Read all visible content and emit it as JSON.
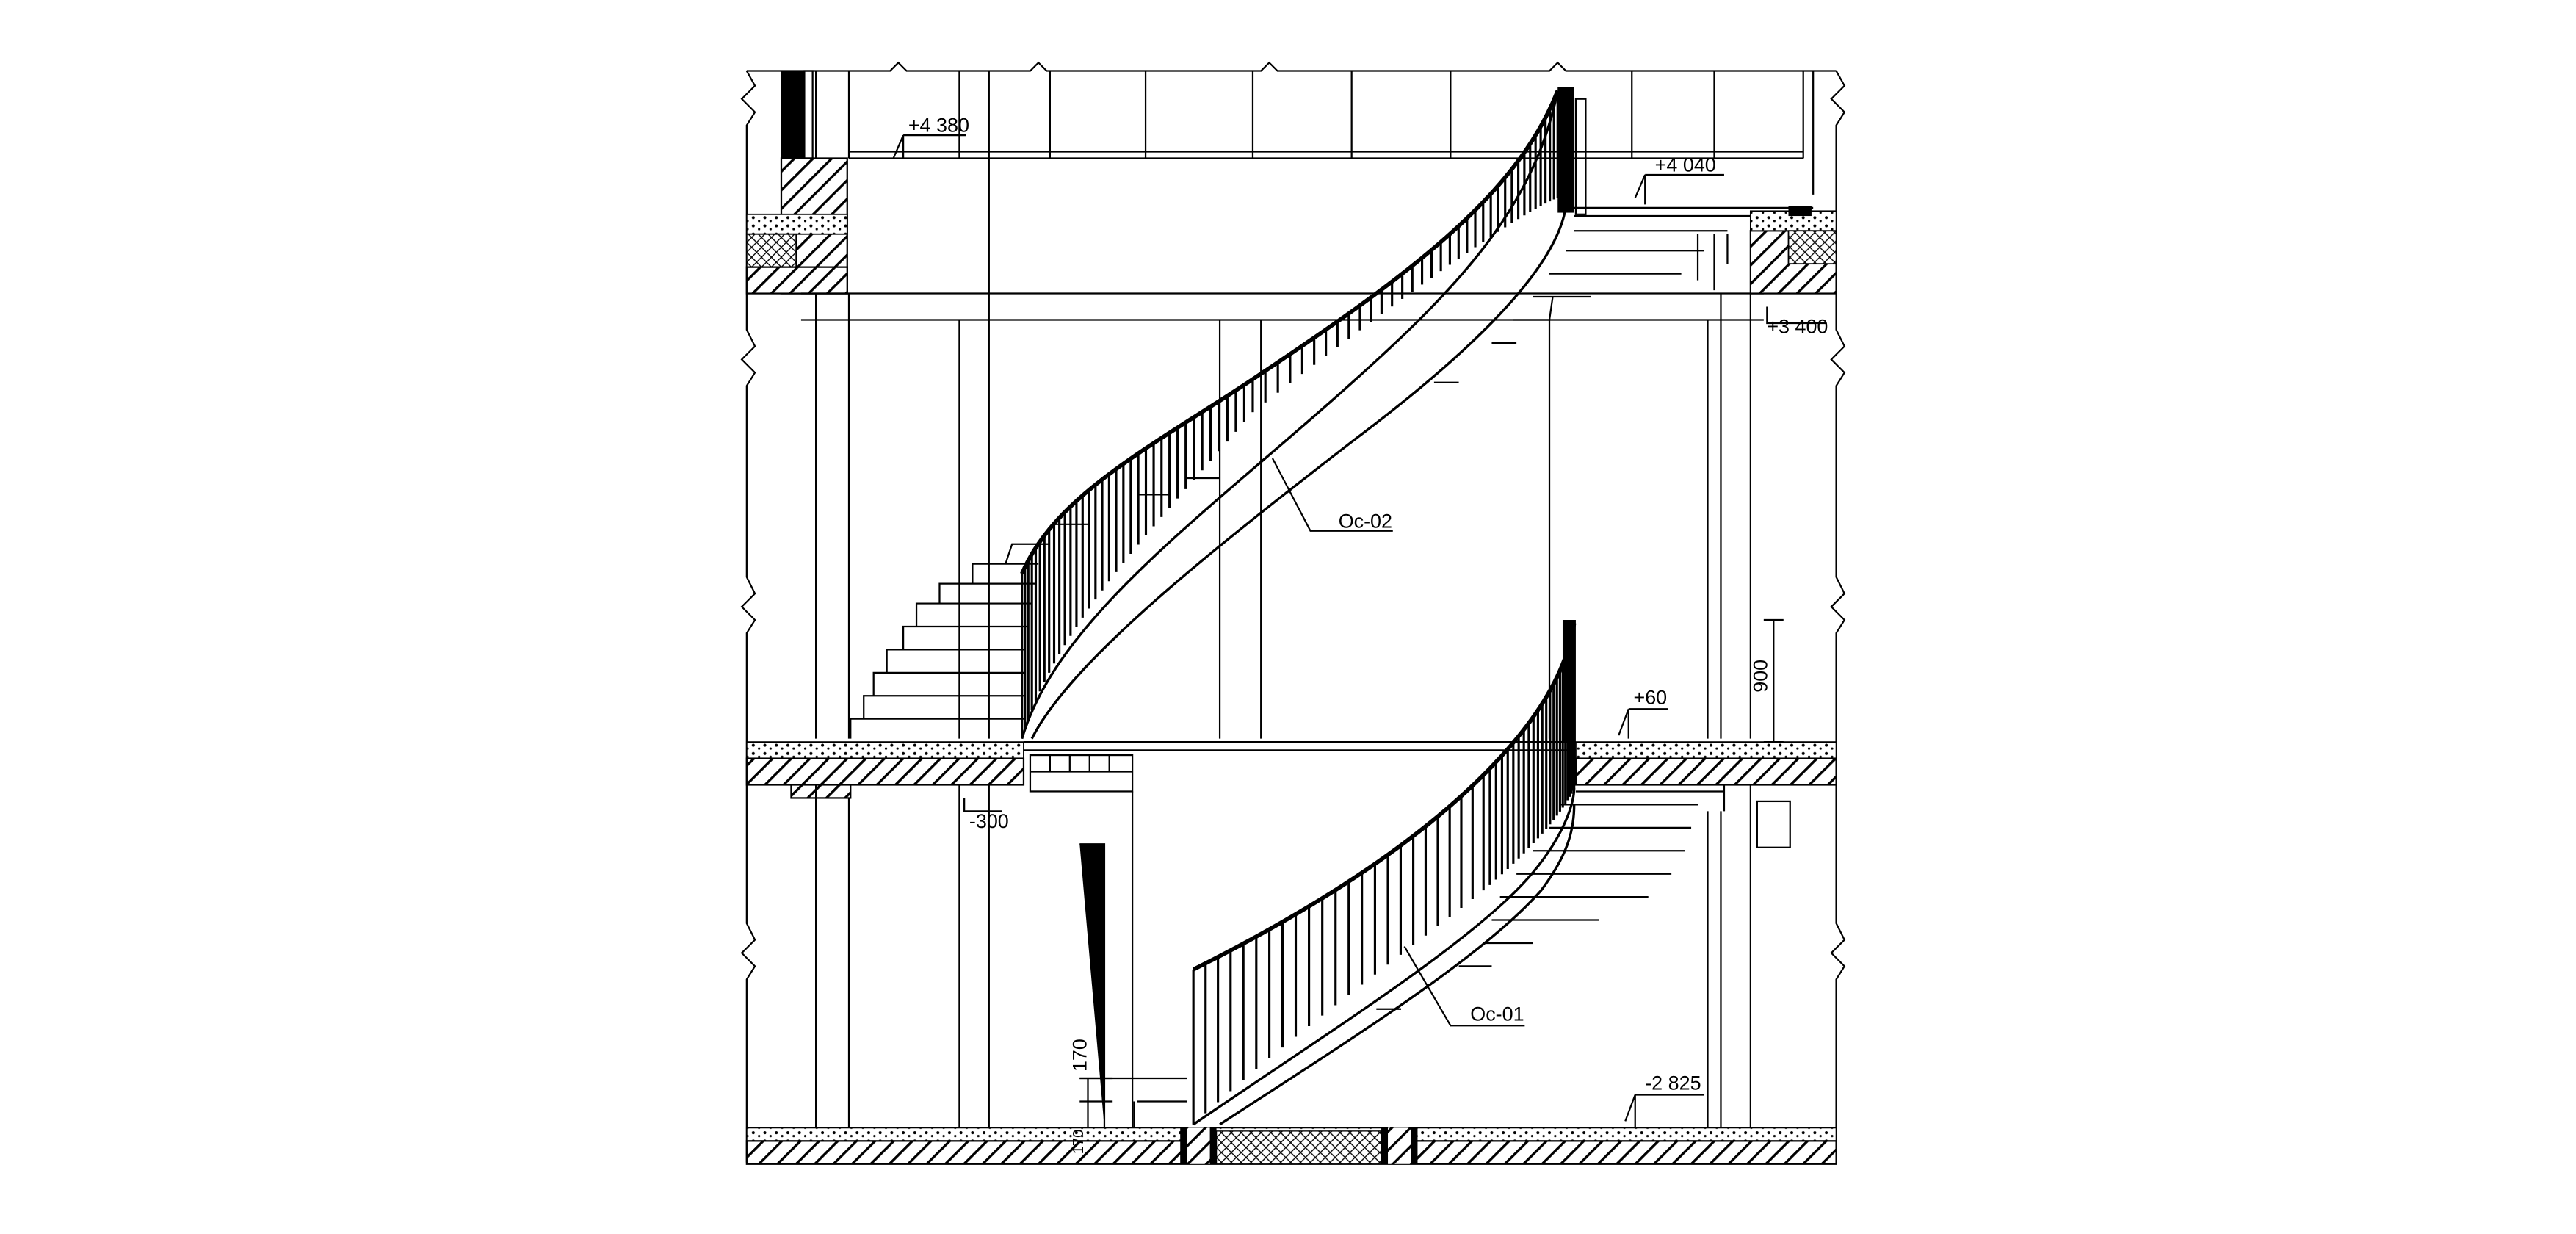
{
  "drawing": {
    "elevations": {
      "top_floor_left": "+4 380",
      "top_floor_right": "+4 040",
      "slab_underside": "+3 400",
      "mid_floor": "+60",
      "mid_slab_underside": "-300",
      "bottom_floor": "-2 825"
    },
    "tags": {
      "upper_stair": "Oc-02",
      "lower_stair": "Oc-01"
    },
    "dimensions": {
      "handrail_height": "900",
      "step_height": "170",
      "base_height": "170"
    }
  },
  "colors": {
    "line": "#000000",
    "background": "#ffffff",
    "hatch": "#000000"
  }
}
